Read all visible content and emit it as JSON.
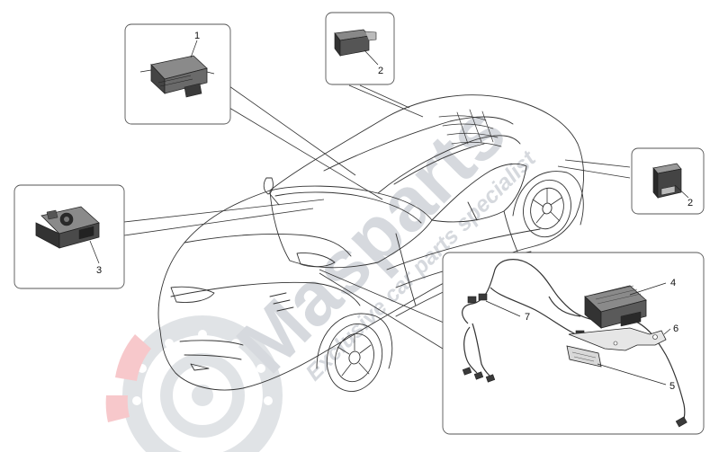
{
  "watermark": {
    "brand": "Masparts",
    "tagline": "Exclusive car parts specialist",
    "color": "#9aa3ad",
    "accent": "#e3323b"
  },
  "callouts": {
    "c1": "1",
    "c2a": "2",
    "c2b": "2",
    "c3": "3",
    "c4": "4",
    "c5": "5",
    "c6": "6",
    "c7": "7"
  },
  "colors": {
    "line": "#222222",
    "frame": "#555555",
    "part_dark": "#2b2b2b",
    "part_mid": "#6b6b6b",
    "part_light": "#bdbdbd"
  }
}
